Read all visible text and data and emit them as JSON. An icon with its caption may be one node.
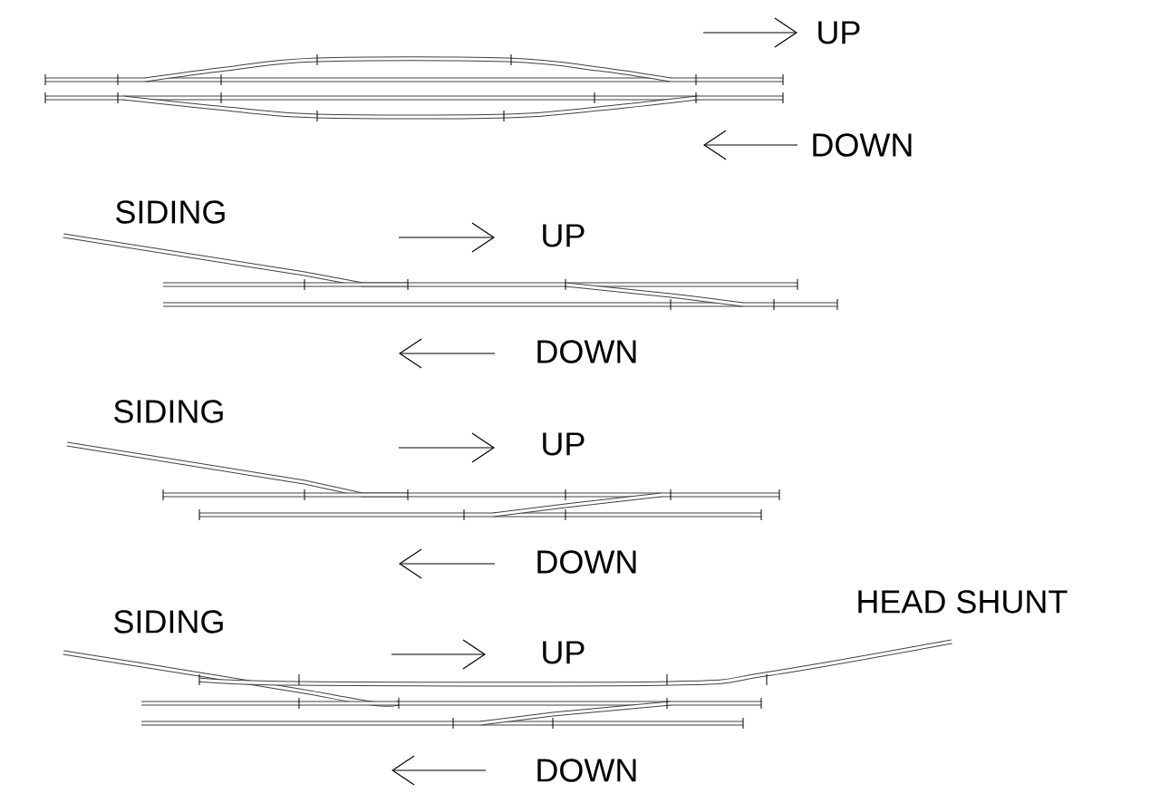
{
  "diagram": {
    "labels": [
      "UP",
      "DOWN",
      "SIDING",
      "UP",
      "DOWN",
      "SIDING",
      "UP",
      "DOWN",
      "SIDING",
      "HEAD SHUNT",
      "UP",
      "DOWN"
    ]
  }
}
